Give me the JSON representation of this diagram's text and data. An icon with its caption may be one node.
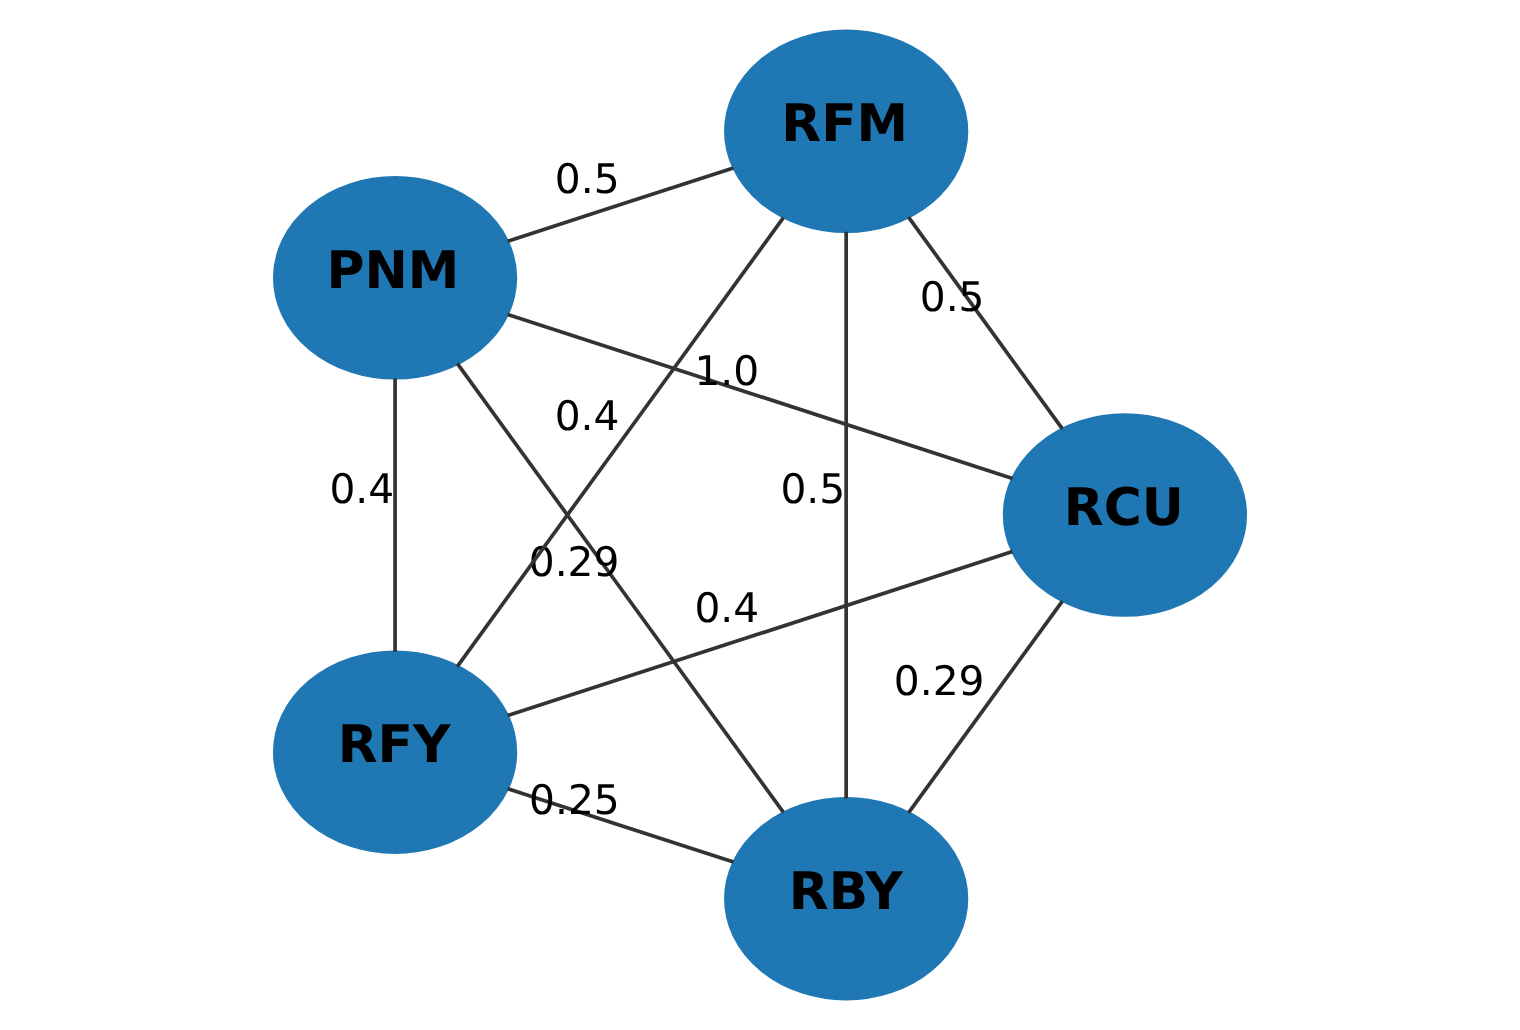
{
  "diagram": {
    "nodes": [
      {
        "text": [
          "RBY"
        ]
      },
      {
        "text": [
          "RCU"
        ]
      },
      {
        "text": [
          "PNM"
        ]
      },
      {
        "text": [
          "RFM"
        ]
      },
      {
        "text": [
          "RFY"
        ]
      }
    ],
    "edges": [
      {
        "from": 1,
        "to": 0,
        "arrow": "none",
        "label": "0.29"
      },
      {
        "from": 1,
        "to": 2,
        "arrow": "none",
        "label": "1.0"
      },
      {
        "from": 1,
        "to": 3,
        "arrow": "none",
        "label": "0.5"
      },
      {
        "from": 1,
        "to": 4,
        "arrow": "none",
        "label": "0.4"
      },
      {
        "from": 0,
        "to": 3,
        "arrow": "none",
        "label": "0.5"
      },
      {
        "from": 0,
        "to": 2,
        "arrow": "none",
        "label": "0.29"
      },
      {
        "from": 0,
        "to": 4,
        "arrow": "none",
        "label": "0.25"
      },
      {
        "from": 2,
        "to": 3,
        "arrow": "none",
        "label": "0.5"
      },
      {
        "from": 2,
        "to": 4,
        "arrow": "none",
        "label": "0.4"
      },
      {
        "from": 3,
        "to": 4,
        "arrow": "none",
        "label": "0.4"
      }
    ]
  }
}
